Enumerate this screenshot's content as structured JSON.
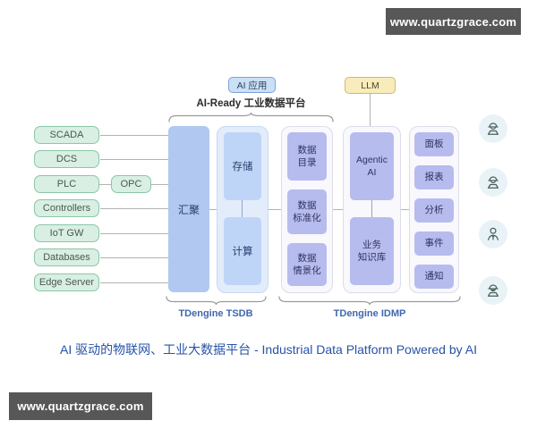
{
  "banners": {
    "top": "www.quartzgrace.com",
    "bottom": "www.quartzgrace.com"
  },
  "header": {
    "ai_app_label": "AI 应用",
    "llm_label": "LLM",
    "platform_title": "AI-Ready 工业数据平台"
  },
  "sources": {
    "items": [
      "SCADA",
      "DCS",
      "PLC",
      "Controllers",
      "IoT GW",
      "Databases",
      "Edge Server"
    ],
    "opc_label": "OPC"
  },
  "tsdb": {
    "ingest_label": "汇聚",
    "storage_label": "存储",
    "compute_label": "计算",
    "caption": "TDengine TSDB"
  },
  "idmp": {
    "data_boxes": [
      "数据\n目录",
      "数据\n标准化",
      "数据\n情景化"
    ],
    "agentic_label": "Agentic\nAI",
    "knowledge_label": "业务\n知识库",
    "outputs": [
      "面板",
      "报表",
      "分析",
      "事件",
      "通知"
    ],
    "caption": "TDengine IDMP"
  },
  "users": {
    "icons": [
      "worker-icon",
      "worker-icon",
      "manager-icon",
      "operator-icon"
    ]
  },
  "footer": {
    "title": "AI 驱动的物联网、工业大数据平台 - Industrial Data Platform Powered by AI"
  },
  "colors": {
    "banner_bg": "#575757",
    "source_green": "#d9efe3",
    "ingest_blue": "#b1c8f0",
    "tsdb_box_blue": "#bfd5f7",
    "idmp_purple": "#b7bcee",
    "llm_yellow": "#f7ecba",
    "ai_app_blue": "#cbdff6",
    "caption_blue": "#3e68ae",
    "footer_blue": "#2753a8"
  }
}
